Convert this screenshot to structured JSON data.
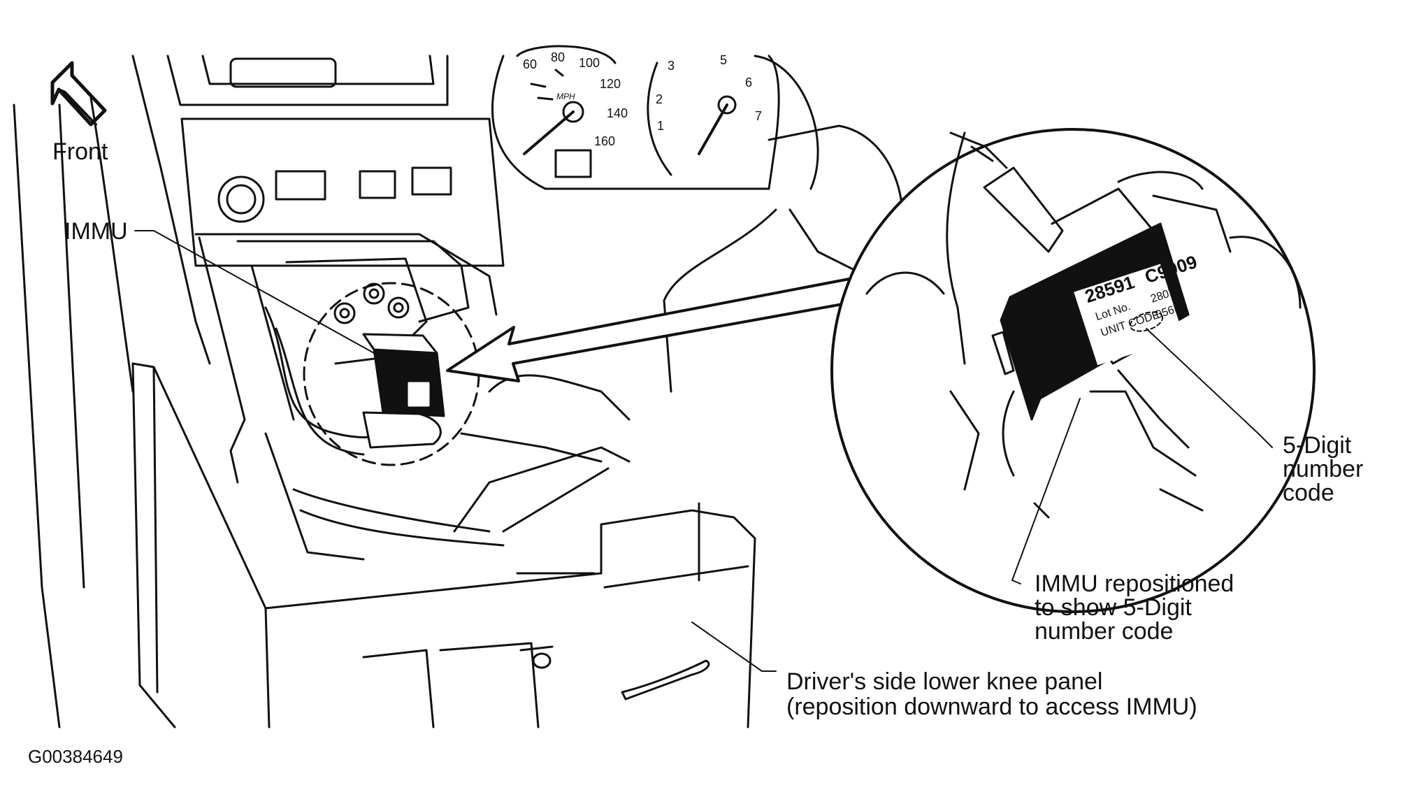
{
  "direction": {
    "label": "Front",
    "icon": "arrow-up-left-icon"
  },
  "callouts": {
    "immu": "IMMU",
    "five_digit_line1": "5-Digit",
    "five_digit_line2": "number",
    "five_digit_line3": "code",
    "repositioned_line1": "IMMU repositioned",
    "repositioned_line2": "to show 5-Digit",
    "repositioned_line3": "number code",
    "knee_panel_line1": "Driver's side lower knee panel",
    "knee_panel_line2": "(reposition downward to access IMMU)"
  },
  "module_label": {
    "part_number": "28591",
    "variant": "C9909",
    "lot_label": "Lot No.",
    "lot_value": "2807",
    "unit_code_label": "UNIT CODE",
    "unit_code_value": "056F0"
  },
  "gauges": {
    "speedo_ticks": [
      "60",
      "80",
      "100",
      "120",
      "140",
      "160"
    ],
    "speedo_unit": "MPH",
    "tacho_ticks": [
      "1",
      "2",
      "3",
      "5",
      "6",
      "7"
    ]
  },
  "figure_id": "G00384649"
}
